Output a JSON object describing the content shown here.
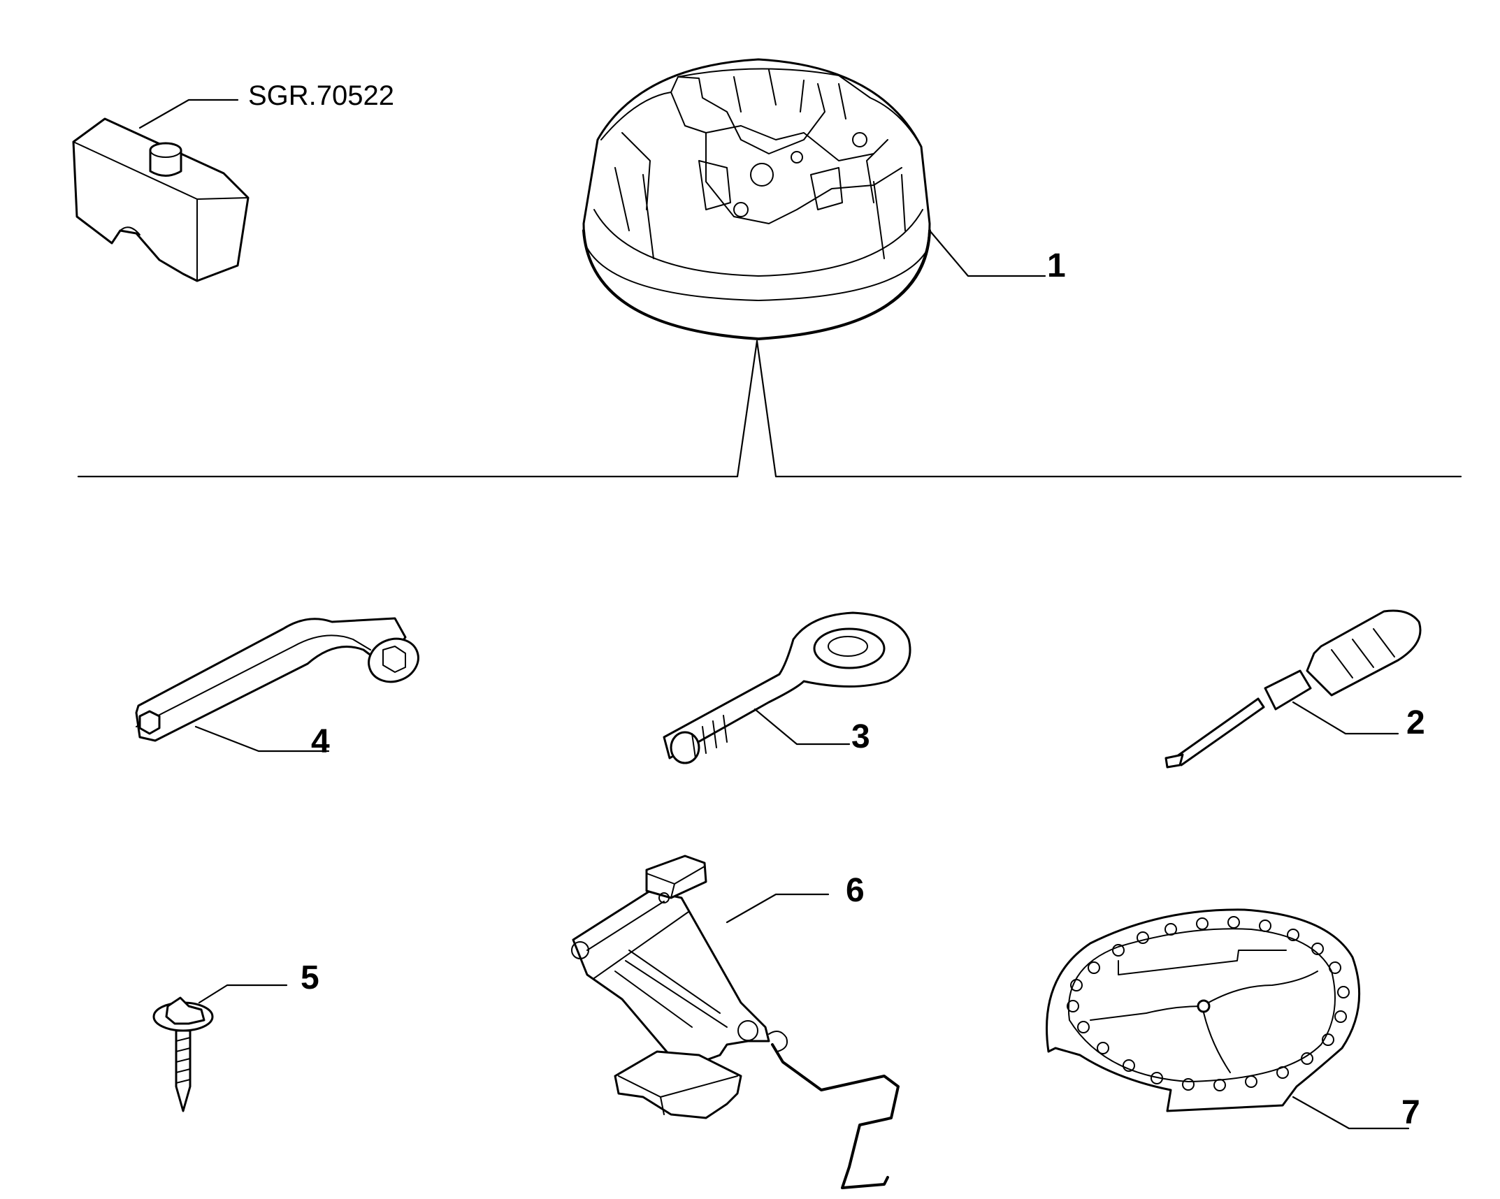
{
  "callouts": {
    "kit_code": "SGR.70522",
    "tool_tray": "1",
    "screwdriver": "2",
    "towing_eye": "3",
    "wheel_wrench": "4",
    "screw": "5",
    "jack": "6",
    "tray_cover": "7"
  }
}
